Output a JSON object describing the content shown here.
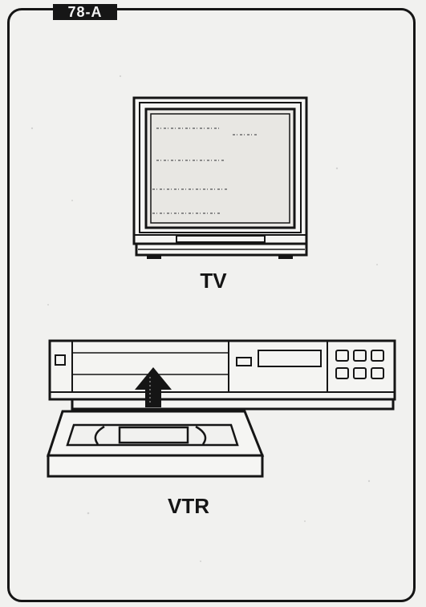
{
  "tag": "78-A",
  "devices": {
    "tv_label": "TV",
    "vtr_label": "VTR"
  },
  "colors": {
    "ink": "#151515",
    "paper": "#f1f1ef",
    "speckle": "#9a9a9a"
  },
  "icons": [
    "television-icon",
    "vcr-icon",
    "cassette-icon",
    "insert-arrow-icon"
  ]
}
